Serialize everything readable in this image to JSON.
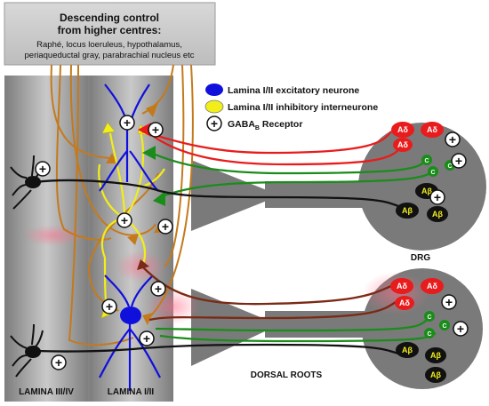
{
  "descending_box": {
    "title_line1": "Descending control",
    "title_line2": "from higher centres:",
    "sub_line1": "Raphé, locus loeruleus, hypothalamus,",
    "sub_line2": "periaqueductal gray, parabrachial nucleus etc"
  },
  "legend": {
    "excitatory": "Lamina I/II excitatory neurone",
    "inhibitory": "Lamina I/II inhibitory interneurone",
    "gaba_prefix": "GABA",
    "gaba_sub": "B",
    "gaba_suffix": " Receptor",
    "plus_symbol": "+"
  },
  "labels": {
    "lamina_3_4": "LAMINA III/IV",
    "lamina_1_2": "LAMINA I/II",
    "drg": "DRG",
    "dorsal_roots": "DORSAL ROOTS"
  },
  "fibres": {
    "a_delta": "Aδ",
    "c": "C",
    "a_beta": "Aβ"
  },
  "colors": {
    "excitatory_blue": "#1010dd",
    "inhibitory_yellow": "#f2ee1a",
    "a_delta_red": "#e81c1c",
    "c_green": "#1a8c1a",
    "a_beta_black": "#111111",
    "descending_brown": "#c47a1c"
  }
}
